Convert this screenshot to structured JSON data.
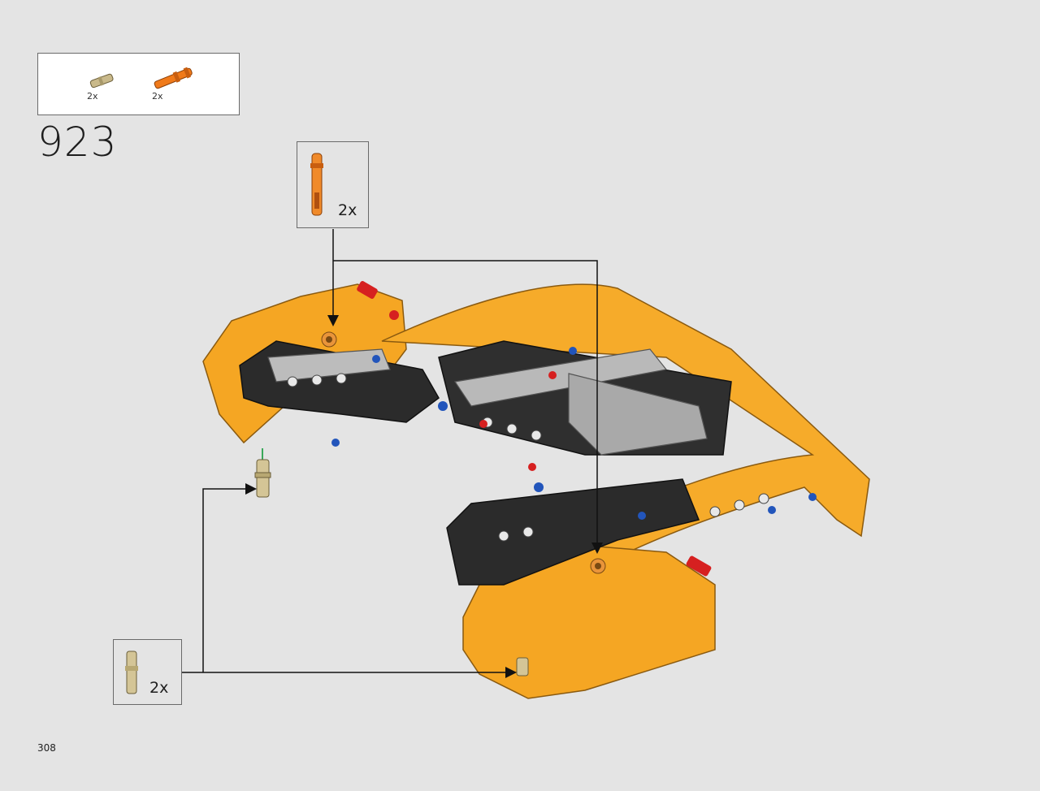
{
  "parts_list": {
    "items": [
      {
        "icon": "tan-pin-icon",
        "qty": "2x",
        "color": "#c9b98a"
      },
      {
        "icon": "orange-pin-icon",
        "qty": "2x",
        "color": "#f07a1a"
      }
    ]
  },
  "step": {
    "number": "923"
  },
  "callouts": [
    {
      "icon": "orange-pin-icon",
      "qty": "2x"
    },
    {
      "icon": "tan-pin-icon",
      "qty": "2x"
    }
  ],
  "colors": {
    "body_yellow": "#f5a623",
    "frame_black": "#2b2b2b",
    "frame_gray": "#b9b9b9",
    "accent_red": "#d62020",
    "accent_blue": "#2255bb"
  },
  "page": {
    "number": "308"
  }
}
